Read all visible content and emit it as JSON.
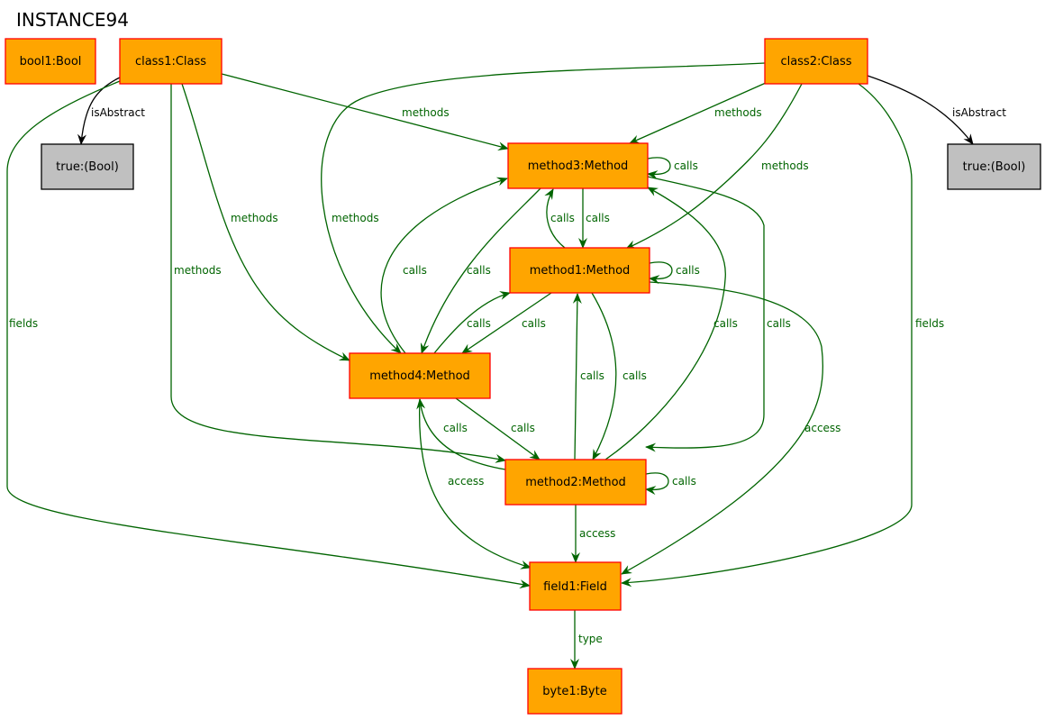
{
  "title": "INSTANCE94",
  "colors": {
    "object_fill": "#FFA500",
    "object_border": "#FF0000",
    "value_fill": "#C0C0C0",
    "value_border": "#000000",
    "edge_green": "#006400",
    "edge_black": "#000000"
  },
  "nodes": {
    "bool1": "bool1:Bool",
    "class1": "class1:Class",
    "class2": "class2:Class",
    "true1": "true:(Bool)",
    "true2": "true:(Bool)",
    "method3": "method3:Method",
    "method1": "method1:Method",
    "method4": "method4:Method",
    "method2": "method2:Method",
    "field1": "field1:Field",
    "byte1": "byte1:Byte"
  },
  "edges": [
    {
      "from": "class1",
      "to": "true1",
      "label": "isAbstract"
    },
    {
      "from": "class2",
      "to": "true2",
      "label": "isAbstract"
    },
    {
      "from": "class1",
      "to": "method3",
      "label": "methods"
    },
    {
      "from": "class1",
      "to": "method4",
      "label": "methods"
    },
    {
      "from": "class1",
      "to": "method2",
      "label": "methods"
    },
    {
      "from": "class1",
      "to": "field1",
      "label": "fields"
    },
    {
      "from": "class2",
      "to": "method3",
      "label": "methods"
    },
    {
      "from": "class2",
      "to": "method1",
      "label": "methods"
    },
    {
      "from": "class2",
      "to": "method4",
      "label": "methods"
    },
    {
      "from": "class2",
      "to": "field1",
      "label": "fields"
    },
    {
      "from": "method3",
      "to": "method3",
      "label": "calls"
    },
    {
      "from": "method3",
      "to": "method1",
      "label": "calls"
    },
    {
      "from": "method1",
      "to": "method3",
      "label": "calls"
    },
    {
      "from": "method3",
      "to": "method4",
      "label": "calls"
    },
    {
      "from": "method4",
      "to": "method3",
      "label": "calls"
    },
    {
      "from": "method3",
      "to": "method2",
      "label": "calls"
    },
    {
      "from": "method2",
      "to": "method3",
      "label": "calls"
    },
    {
      "from": "method1",
      "to": "method1",
      "label": "calls"
    },
    {
      "from": "method1",
      "to": "method4",
      "label": "calls"
    },
    {
      "from": "method4",
      "to": "method1",
      "label": "calls"
    },
    {
      "from": "method1",
      "to": "method2",
      "label": "calls"
    },
    {
      "from": "method2",
      "to": "method1",
      "label": "calls"
    },
    {
      "from": "method1",
      "to": "field1",
      "label": "access"
    },
    {
      "from": "method4",
      "to": "method2",
      "label": "calls"
    },
    {
      "from": "method2",
      "to": "method4",
      "label": "calls"
    },
    {
      "from": "method4",
      "to": "field1",
      "label": "access"
    },
    {
      "from": "method2",
      "to": "method2",
      "label": "calls"
    },
    {
      "from": "method2",
      "to": "field1",
      "label": "access"
    },
    {
      "from": "field1",
      "to": "byte1",
      "label": "type"
    }
  ]
}
